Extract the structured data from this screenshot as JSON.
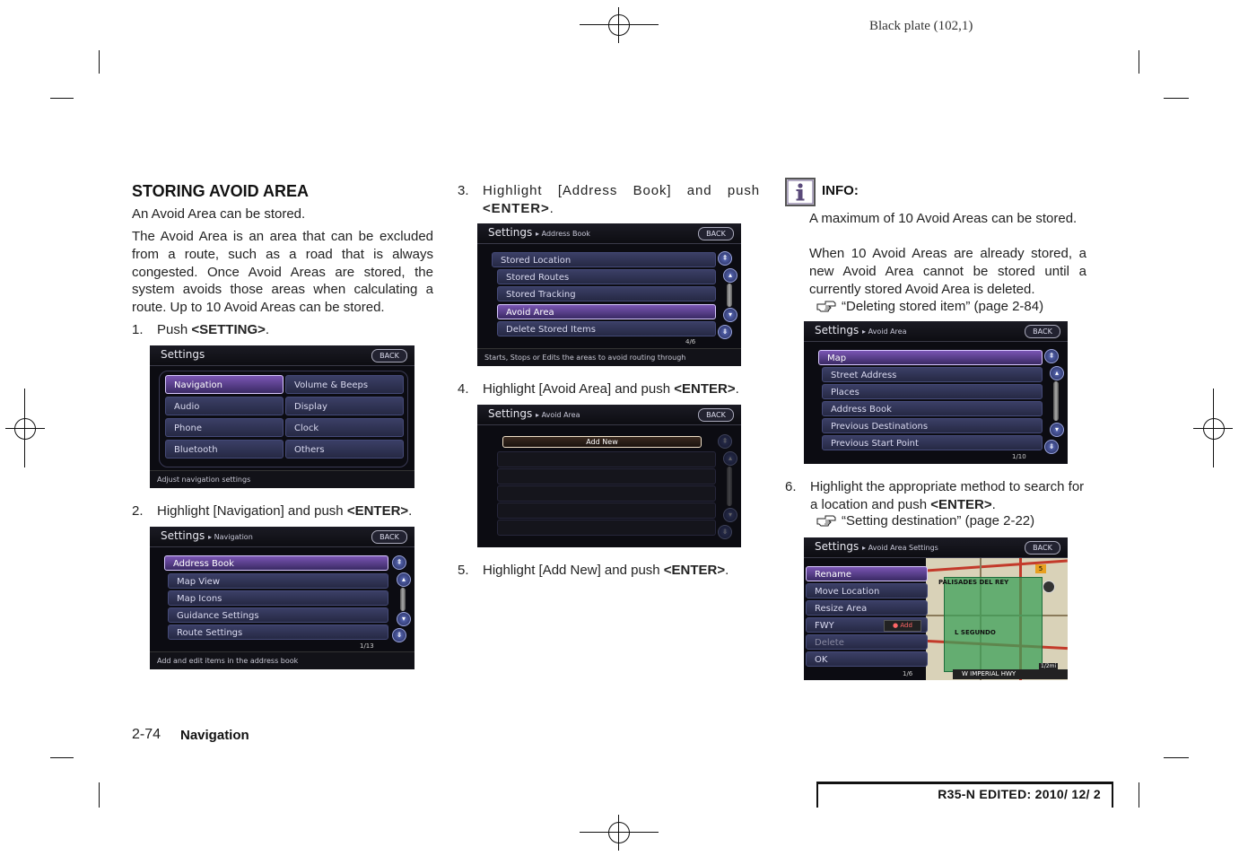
{
  "header": {
    "plate": "Black plate (102,1)"
  },
  "col1": {
    "heading": "STORING AVOID AREA",
    "p1": "An Avoid Area can be stored.",
    "p2": "The Avoid Area is an area that can be excluded from a route, such as a road that is always congested. Once Avoid Areas are stored, the system avoids those areas when calculating a route. Up to 10 Avoid Areas can be stored.",
    "step1": {
      "num": "1.",
      "pre": "Push",
      "key": "<SETTING>",
      "post": "."
    },
    "step2": {
      "num": "2.",
      "pre": "Highlight [Navigation] and push",
      "key": "<ENTER>",
      "post": "."
    }
  },
  "col2": {
    "step3": {
      "num": "3.",
      "pre": "Highlight [Address Book] and push",
      "key": "<ENTER>",
      "post": "."
    },
    "step4": {
      "num": "4.",
      "pre": "Highlight [Avoid Area] and push",
      "key": "<ENTER>",
      "post": "."
    },
    "step5": {
      "num": "5.",
      "pre": "Highlight [Add New] and push",
      "key": "<ENTER>",
      "post": "."
    }
  },
  "col3": {
    "info_label": "INFO:",
    "info_p1": "A maximum of 10 Avoid Areas can be stored.",
    "info_p2": "When 10 Avoid Areas are already stored, a new Avoid Area cannot be stored until a currently stored Avoid Area is deleted.",
    "ref1": "“Deleting stored item” (page 2-84)",
    "step6": {
      "num": "6.",
      "pre": "Highlight the appropriate method to search for a location and push",
      "key": "<ENTER>",
      "post": "."
    },
    "ref2": "“Setting destination” (page 2-22)"
  },
  "screens": {
    "back": "BACK",
    "s1": {
      "title": "Settings",
      "left": [
        "Navigation",
        "Audio",
        "Phone",
        "Bluetooth"
      ],
      "right": [
        "Volume & Beeps",
        "Display",
        "Clock",
        "Others"
      ],
      "status": "Adjust navigation settings"
    },
    "s2": {
      "title": "Settings",
      "sub": "Navigation",
      "items": [
        "Address Book",
        "Map View",
        "Map Icons",
        "Guidance Settings",
        "Route Settings"
      ],
      "pager": "1/13",
      "status": "Add and edit items in the address book"
    },
    "s3": {
      "title": "Settings",
      "sub": "Address Book",
      "items": [
        "Stored Location",
        "Stored Routes",
        "Stored Tracking",
        "Avoid Area",
        "Delete Stored Items"
      ],
      "pager": "4/6",
      "status": "Starts, Stops or Edits the areas to avoid routing through"
    },
    "s4": {
      "title": "Settings",
      "sub": "Avoid Area",
      "add_new": "Add New"
    },
    "s5": {
      "title": "Settings",
      "sub": "Avoid Area",
      "items": [
        "Map",
        "Street Address",
        "Places",
        "Address Book",
        "Previous Destinations",
        "Previous Start Point"
      ],
      "pager": "1/10"
    },
    "s6": {
      "title": "Settings",
      "sub": "Avoid Area Settings",
      "items": [
        "Rename",
        "Move Location",
        "Resize Area",
        "FWY",
        "Delete",
        "OK"
      ],
      "fwy_add": "Add",
      "pager": "1/6",
      "map_labels": [
        "PALISADES DEL REY",
        "L SEGUNDO",
        "W IMPERIAL HWY"
      ],
      "scale": "1/2mi",
      "fwy_badge": "5"
    }
  },
  "footer": {
    "page_number": "2-74",
    "section": "Navigation",
    "edited": "R35-N EDITED:  2010/ 12/ 2"
  }
}
